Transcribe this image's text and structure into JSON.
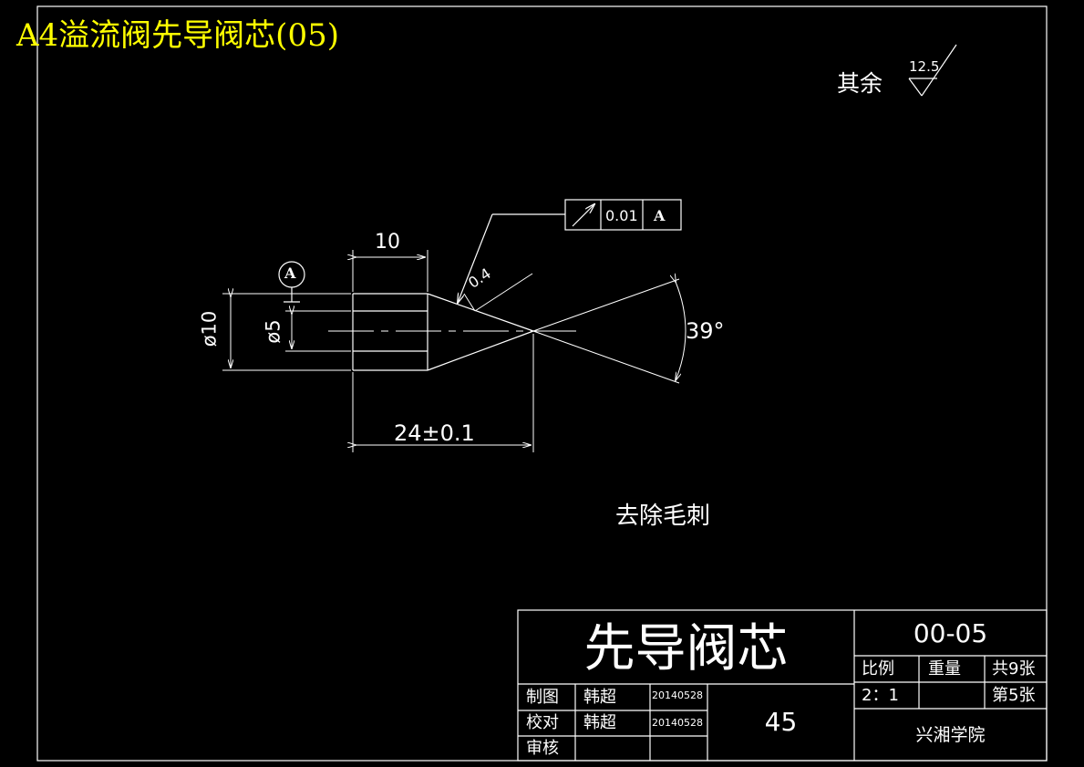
{
  "header": {
    "title": "A4溢流阀先导阀芯(05)"
  },
  "roughness": {
    "label": "其余",
    "value": "12.5"
  },
  "tolerance_frame": {
    "value": "0.01",
    "datum": "A"
  },
  "datum_marker": {
    "label": "A"
  },
  "dimensions": {
    "length_top": "10",
    "diameter_outer": "ø10",
    "diameter_inner": "ø5",
    "chamfer": "0.4",
    "angle": "39°",
    "overall_length": "24±0.1"
  },
  "note": "去除毛刺",
  "title_block": {
    "part_name": "先导阀芯",
    "drawing_number": "00-05",
    "material": "45",
    "scale_label": "比例",
    "weight_label": "重量",
    "total_sheets": "共9张",
    "scale_value": "2：1",
    "sheet_number": "第5张",
    "institution": "兴湘学院",
    "rows": [
      {
        "role": "制图",
        "name": "韩超",
        "date": "20140528"
      },
      {
        "role": "校对",
        "name": "韩超",
        "date": "20140528"
      },
      {
        "role": "审核",
        "name": "",
        "date": ""
      }
    ]
  }
}
